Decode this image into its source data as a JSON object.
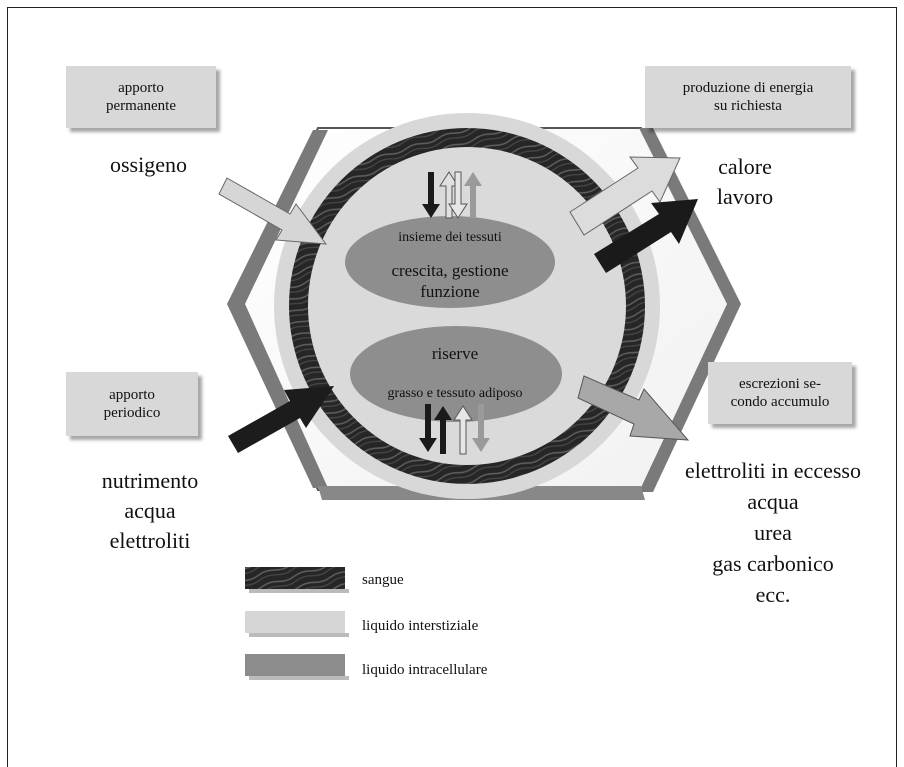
{
  "boxes": {
    "permanent": [
      "apporto",
      "permanente"
    ],
    "energy": [
      "produzione di energia",
      "su richiesta"
    ],
    "periodic": [
      "apporto",
      "periodico"
    ],
    "excretion": [
      "escrezioni se-",
      "condo accumulo"
    ]
  },
  "inputs": {
    "oxygen": "ossigeno",
    "food": [
      "nutrimento",
      "acqua",
      "elettroliti"
    ]
  },
  "outputs": {
    "energy": [
      "calore",
      "lavoro"
    ],
    "excretion": [
      "elettroliti in eccesso",
      "acqua",
      "urea",
      "gas carbonico",
      "ecc."
    ]
  },
  "center": {
    "tissues_title": "insieme dei tessuti",
    "tissues_body": [
      "crescita,  gestione",
      "funzione"
    ],
    "reserves_title": "riserve",
    "reserves_body": "grasso e tessuto adiposo"
  },
  "legend": [
    {
      "label": "sangue",
      "color": "#2a2a2a"
    },
    {
      "label": "liquido interstiziale",
      "color": "#d6d6d6"
    },
    {
      "label": "liquido intracellulare",
      "color": "#8c8c8c"
    }
  ]
}
